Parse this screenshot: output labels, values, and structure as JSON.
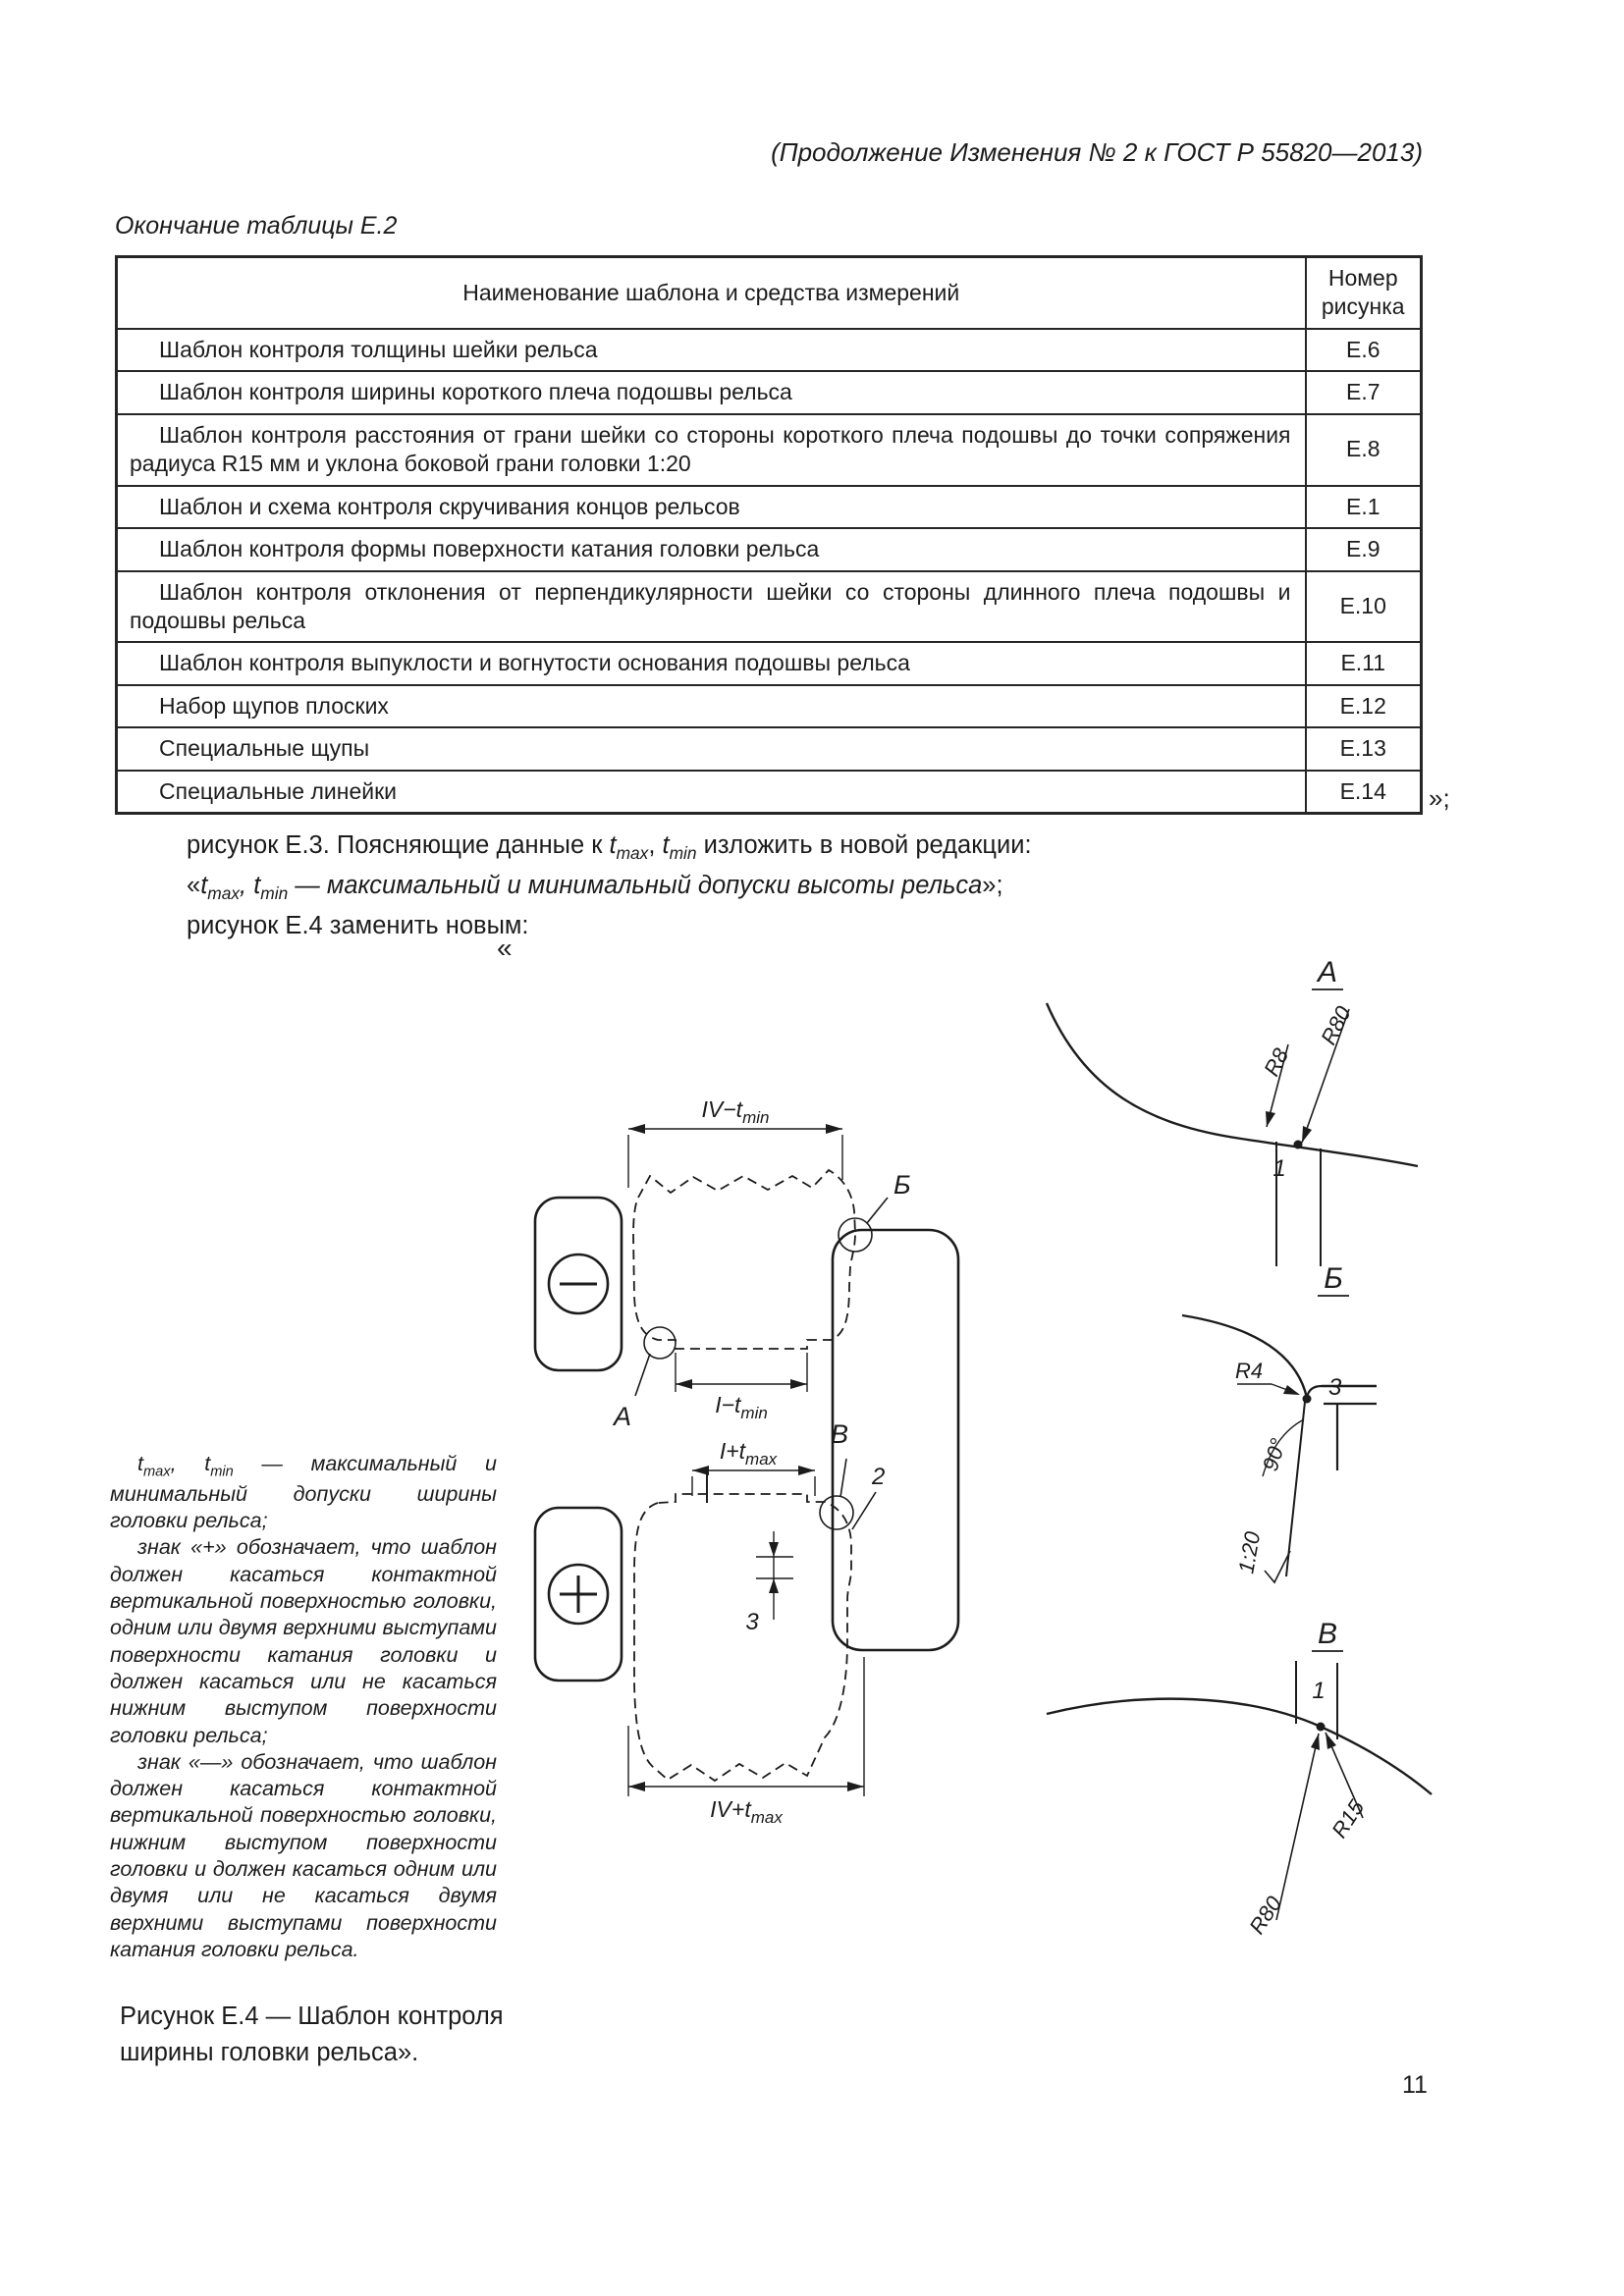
{
  "page": {
    "header_note": "(Продолжение Изменения № 2 к ГОСТ Р 55820—2013)",
    "table_caption": "Окончание таблицы Е.2",
    "after_table_mark": "»;",
    "figure_open_quote": "«",
    "page_number": "11"
  },
  "tokens": {
    "t": "t",
    "max": "max",
    "min": "min",
    "comma": ", "
  },
  "table": {
    "header": {
      "name": "Наименование шаблона и средства измерений",
      "figure": "Номер рисунка"
    },
    "rows": [
      {
        "name": "Шаблон контроля толщины шейки рельса",
        "fig": "Е.6"
      },
      {
        "name": "Шаблон контроля ширины короткого плеча подошвы рельса",
        "fig": "Е.7"
      },
      {
        "name": "Шаблон контроля расстояния от грани шейки со стороны короткого плеча подошвы до точки сопряжения радиуса R15 мм и уклона боковой грани головки 1:20",
        "fig": "Е.8"
      },
      {
        "name": "Шаблон и схема контроля скручивания концов рельсов",
        "fig": "Е.1"
      },
      {
        "name": "Шаблон контроля формы поверхности катания головки рельса",
        "fig": "Е.9"
      },
      {
        "name": "Шаблон контроля отклонения от перпендикулярности шейки со стороны длинного плеча подошвы и подошвы рельса",
        "fig": "Е.10"
      },
      {
        "name": "Шаблон контроля выпуклости и вогнутости основания подошвы рельса",
        "fig": "Е.11"
      },
      {
        "name": "Набор щупов плоских",
        "fig": "Е.12"
      },
      {
        "name": "Специальные щупы",
        "fig": "Е.13"
      },
      {
        "name": "Специальные линейки",
        "fig": "Е.14"
      }
    ]
  },
  "amendment": {
    "line1_pre": "рисунок Е.3. Поясняющие данные к ",
    "line1_post": " изложить в новой редакции:",
    "line2_open": "«",
    "line2_tail": " — максимальный и минимальный допуски высоты рельса",
    "line2_close": "»;",
    "line3": "рисунок Е.4 заменить новым:"
  },
  "notes": {
    "p1_tail": " — максимальный и минимальный допуски ширины головки рельса;",
    "p2": "знак «+» обозначает, что шаблон должен касаться контактной вертикальной поверхностью головки, одним или двумя верхними выступами поверхности катания головки и должен касаться или не касаться нижним выступом поверхности головки рельса;",
    "p3": "знак «—» обозначает, что шаблон должен касаться контактной вертикальной поверхностью головки, нижним выступом поверхности головки и должен касаться одним или двумя или не касаться двумя верхними выступами поверхности катания головки рельса."
  },
  "caption": "Рисунок Е.4 — Шаблон контроля ширины головки рельса».",
  "figure": {
    "views": {
      "a": "А",
      "b": "Б",
      "v": "В"
    },
    "points": {
      "p1": "1",
      "p2": "2",
      "p3": "3"
    },
    "radii": {
      "r80": "R80",
      "r8": "R8",
      "r4": "R4",
      "r15": "R15"
    },
    "angle": "90°",
    "slope": "1:20",
    "dims": {
      "iv_minus": "IV−t",
      "i_minus": "I−t",
      "i_plus": "I+t",
      "iv_plus": "IV+t"
    }
  }
}
